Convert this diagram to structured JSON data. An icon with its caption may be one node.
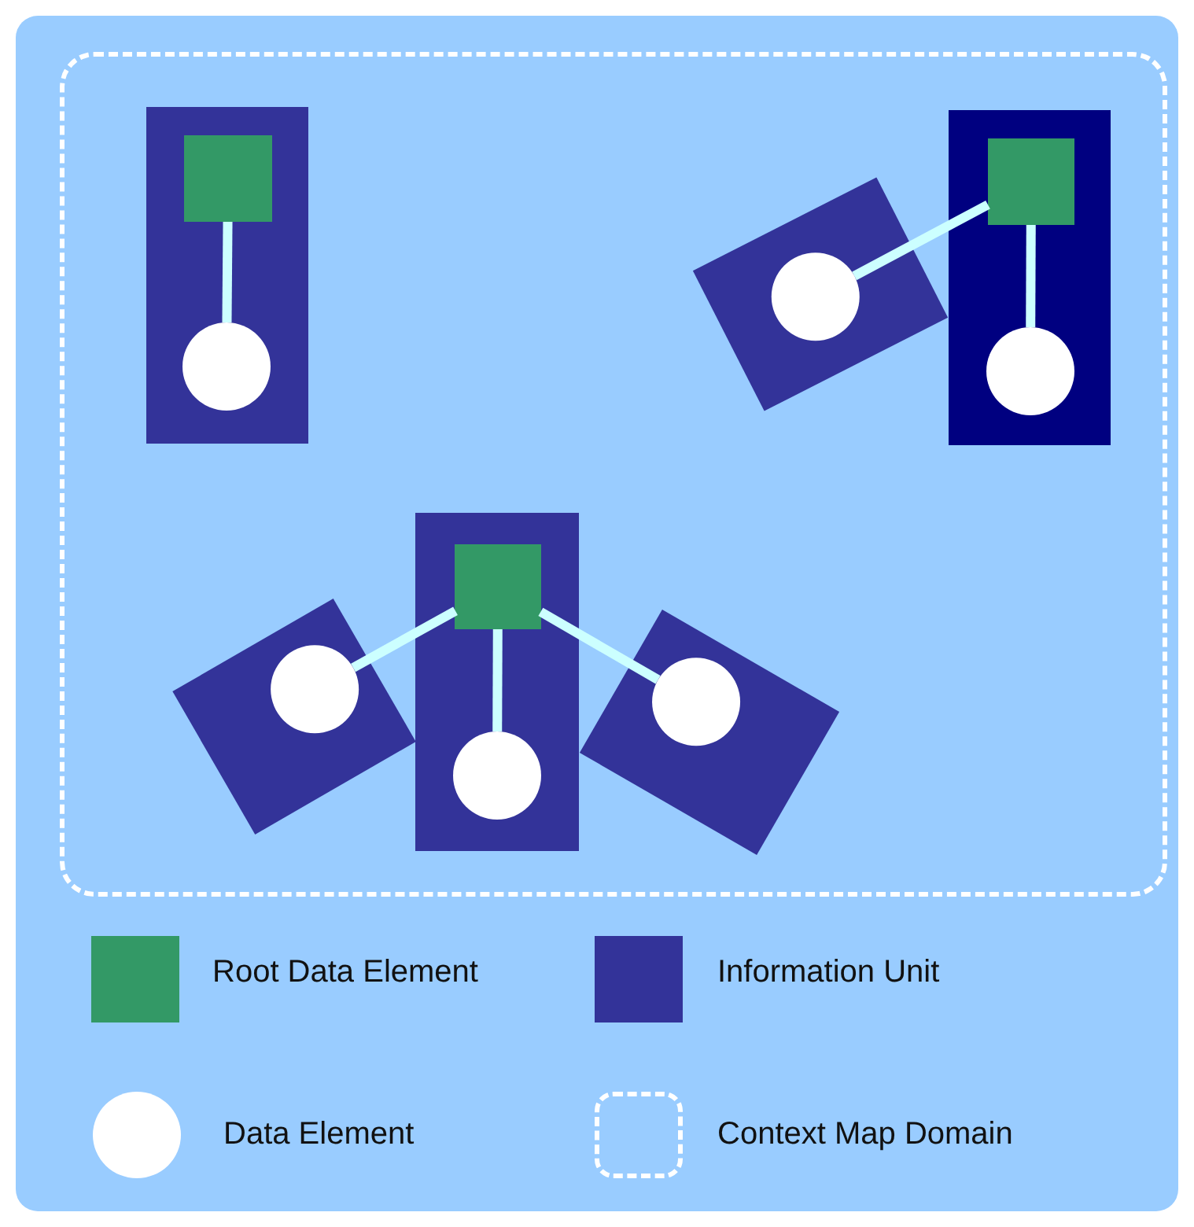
{
  "diagram": {
    "nodes": [
      {
        "text": [],
        "shape": "box"
      },
      {
        "text": [],
        "shape": "box",
        "in": 0
      },
      {
        "text": [],
        "shape": "box",
        "in": 1
      },
      {
        "text": [],
        "shape": "circle",
        "in": 1
      },
      {
        "text": [],
        "shape": "box",
        "in": 0
      },
      {
        "text": [],
        "shape": "box",
        "in": 0
      },
      {
        "text": [],
        "shape": "box",
        "in": 5
      },
      {
        "text": [],
        "shape": "circle",
        "in": 4
      },
      {
        "text": [],
        "shape": "circle",
        "in": 5
      },
      {
        "text": [],
        "shape": "box",
        "in": 0
      },
      {
        "text": [],
        "shape": "box",
        "in": 0
      },
      {
        "text": [],
        "shape": "box",
        "in": 0
      },
      {
        "text": [],
        "shape": "box",
        "in": 10
      },
      {
        "text": [],
        "shape": "circle",
        "in": 9
      },
      {
        "text": [],
        "shape": "circle",
        "in": 10
      },
      {
        "text": [],
        "shape": "circle",
        "in": 11
      }
    ],
    "edges": [
      {
        "from": 2,
        "to": 3,
        "arrow": "none"
      },
      {
        "from": 6,
        "to": 7,
        "arrow": "none"
      },
      {
        "from": 6,
        "to": 8,
        "arrow": "none"
      },
      {
        "from": 12,
        "to": 13,
        "arrow": "none"
      },
      {
        "from": 12,
        "to": 14,
        "arrow": "none"
      },
      {
        "from": 12,
        "to": 15,
        "arrow": "none"
      }
    ],
    "legend": [
      {
        "text": "Root Data Element",
        "color": "#339966"
      },
      {
        "text": "Information Unit",
        "color": "#333399"
      },
      {
        "text": "Data Element"
      },
      {
        "text": "Context Map Domain"
      }
    ]
  }
}
